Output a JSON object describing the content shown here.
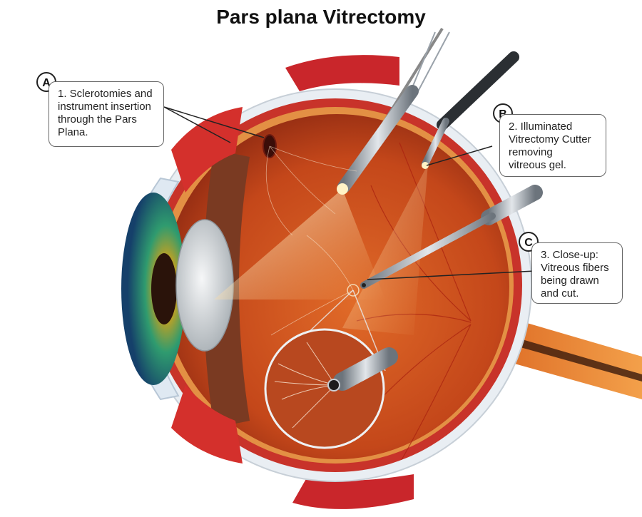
{
  "title": "Pars plana Vitrectomy",
  "callouts": [
    {
      "letter": "A",
      "lines": [
        "1. Sclerotomies and",
        "instrument insertion",
        "through the Pars",
        "Plana."
      ]
    },
    {
      "letter": "B",
      "lines": [
        "2. Illuminated",
        "Vitrectomy Cutter",
        "removing",
        "vitreous gel."
      ]
    },
    {
      "letter": "C",
      "lines": [
        "3. Close-up:",
        "Vitreous fibers",
        "being drawn",
        "and cut."
      ]
    }
  ],
  "colors": {
    "sclera": "#e9eef3",
    "choroid": "#c8332a",
    "vitreous": "#c8521d",
    "iris": "#1f7a6a",
    "lens": "#d9dde0",
    "instrument": "#9aa2aa"
  }
}
